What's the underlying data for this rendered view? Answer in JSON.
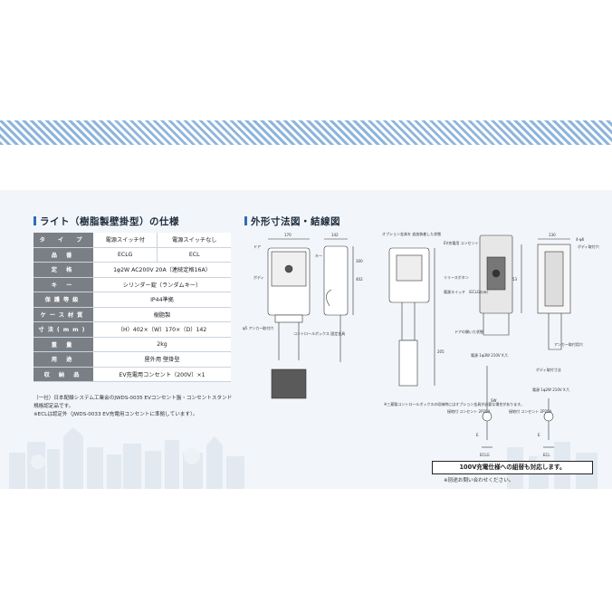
{
  "spec_section": {
    "title": "ライト（樹脂製壁掛型）の仕様",
    "rows": [
      {
        "label": "タ イ プ",
        "cells": [
          "電源スイッチ付",
          "電源スイッチなし"
        ]
      },
      {
        "label": "品 番",
        "cells": [
          "ECLG",
          "ECL"
        ]
      },
      {
        "label": "定 格",
        "value": "1φ2W AC200V 20A（連続定格16A）"
      },
      {
        "label": "キ ー",
        "value": "シリンダー錠（ランダムキー）"
      },
      {
        "label": "保護等級",
        "value": "IP44準拠"
      },
      {
        "label": "ケース材質",
        "value": "樹脂製"
      },
      {
        "label": "寸法(mm)",
        "value": "（H）402×（W）170×（D）142"
      },
      {
        "label": "重 量",
        "value": "2kg"
      },
      {
        "label": "用 途",
        "value": "屋外用 壁掛型"
      },
      {
        "label": "収 納 品",
        "value": "EV充電用コンセント（200V）×1"
      }
    ],
    "notes": [
      "（一社）日本配線システム工業会のJWDS-0035 EVコンセント盤・コンセントスタンド規格認定品です。",
      "※ECLは認定外（JWDS-0033 EV充電用コンセントに準拠しています）。"
    ]
  },
  "diagram_section": {
    "title": "外形寸法図・結線図",
    "labels": {
      "door": "ドア",
      "key": "キー",
      "body": "ボディ",
      "d170": "170",
      "d142": "142",
      "d300": "300",
      "d402": "402",
      "d130": "130",
      "d205": "205",
      "d53": "53",
      "d4phi6": "4-φ6",
      "anchor_hole": "φ5 アンカー取付穴",
      "control_box": "コントロールボックス 固定金具",
      "option_bracket": "オプション金具を 追加装着した状態",
      "ev_outlet": "EV充電用 コンセント",
      "release_button": "リリースボタン",
      "power_switch": "電源スイッチ （ECLGのみ）",
      "door_open": "ドアの開いた状態",
      "body_mount": "ボディ取付寸法",
      "anchor_mount": "アンカー取付用穴",
      "body_mount_hole": "ボディ取付穴",
      "sanko_note": "※三菱製コントロールボックスの収納時にはオプション金具が必要な場合があります。",
      "src_left": "電源 1φ3W 210V X,Y,",
      "src_right": "電源 1φ2W 210V X,Y,",
      "sw": "SW",
      "outlet_left": "接地付 コンセント 2P20A",
      "outlet_right": "接地付 コンセント 2P20A",
      "ground": "E",
      "eclg": "ECLG",
      "ecl": "ECL"
    },
    "callout": "100V充電仕様への組替も対応します。",
    "note": "※別途お問い合わせください。"
  }
}
